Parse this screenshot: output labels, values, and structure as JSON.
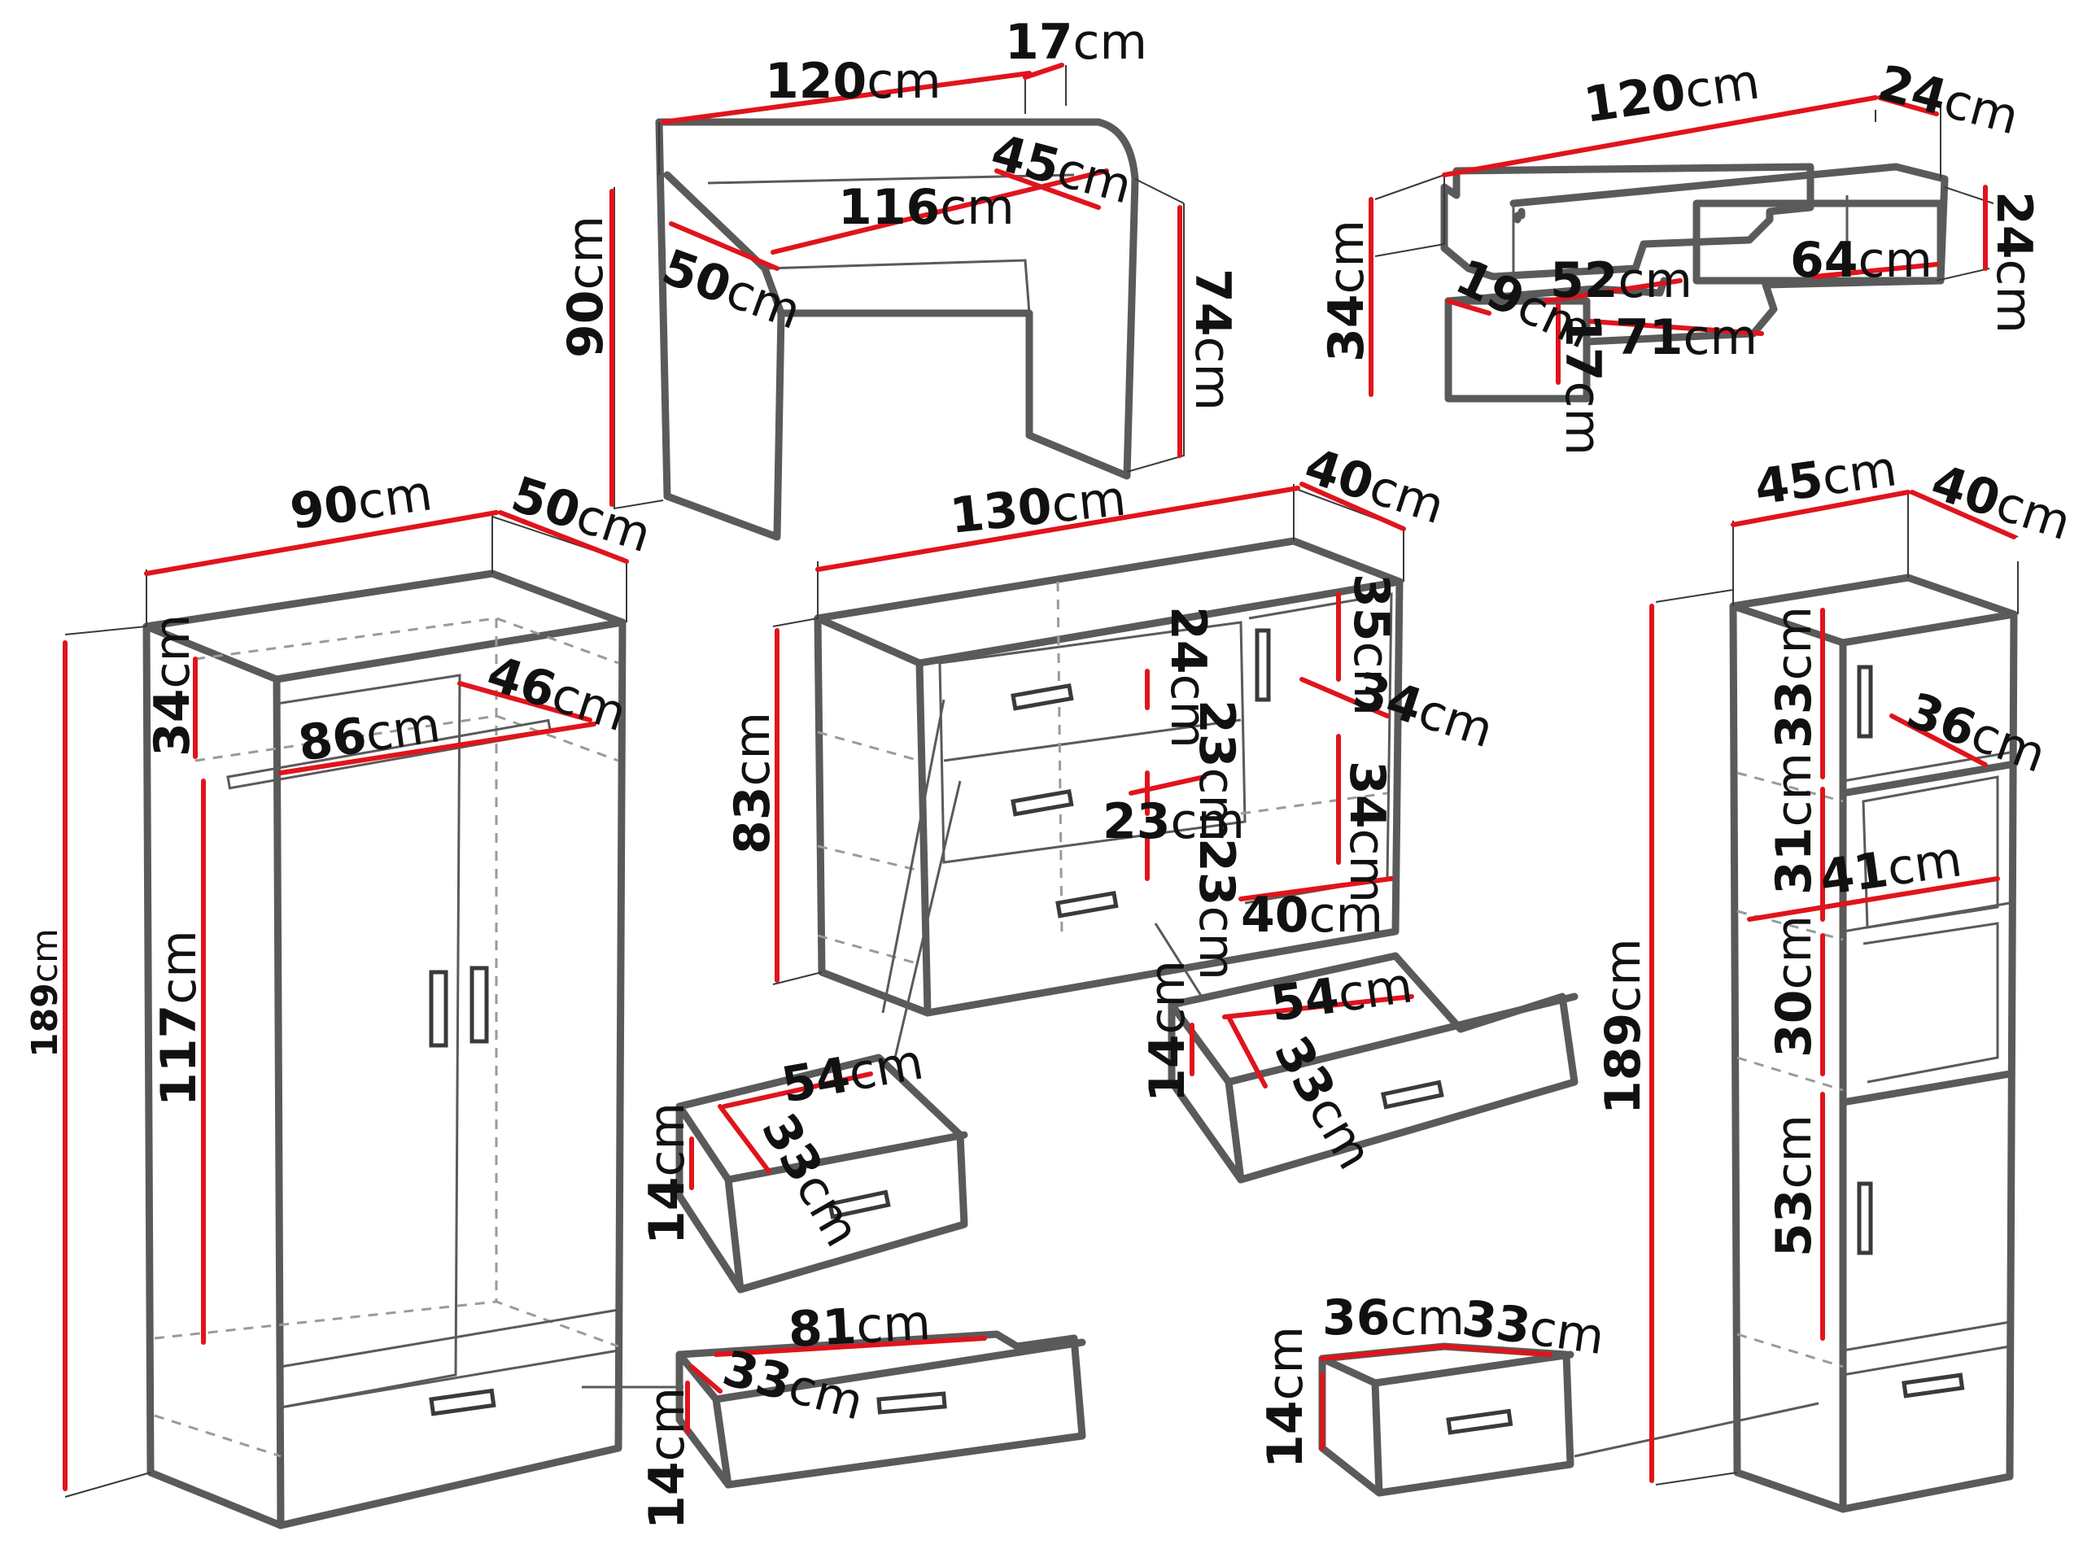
{
  "unit": "cm",
  "desk": {
    "width": "120",
    "depth": "17",
    "inner_width": "116",
    "top_depth": "45",
    "side_depth": "50",
    "height": "90",
    "leg_height": "74"
  },
  "wall_shelf": {
    "width": "120",
    "depth": "24",
    "right_height": "24",
    "height": "34",
    "left_depth": "19",
    "shelf_52": "52",
    "shelf_64": "64",
    "shelf_71": "71",
    "gap_17": "17"
  },
  "wardrobe": {
    "width": "90",
    "depth": "50",
    "inner_depth": "46",
    "rail_width": "86",
    "top_height": "34",
    "hanging_height": "117",
    "total_height": "189"
  },
  "dresser": {
    "width": "130",
    "depth": "40",
    "height": "83",
    "drawer_24": "24",
    "drawer_23a": "23",
    "drawer_23b": "23",
    "drawer_23c": "23",
    "door_35": "35",
    "shelf_34a": "34",
    "shelf_34b": "34",
    "inner_40": "40"
  },
  "drawer_a": {
    "width": "54",
    "depth": "33",
    "height": "14"
  },
  "drawer_b": {
    "width": "54",
    "depth": "33",
    "height": "14"
  },
  "drawer_c": {
    "width": "81",
    "depth": "33",
    "height": "14"
  },
  "drawer_d": {
    "width": "36",
    "depth": "33",
    "height": "14"
  },
  "tall_cabinet": {
    "width": "45",
    "depth": "40",
    "height": "189",
    "sec_33": "33",
    "sec_31": "31",
    "sec_30": "30",
    "sec_53": "53",
    "shelf_36": "36",
    "shelf_41": "41"
  }
}
